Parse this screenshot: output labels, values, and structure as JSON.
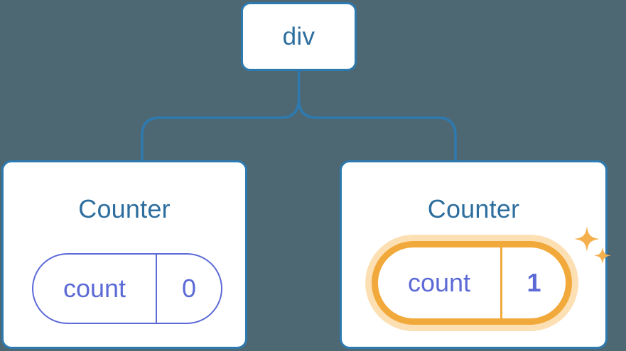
{
  "diagram": {
    "type": "component-tree",
    "background_color": "#4d6873",
    "connector_color": "#2e7ab0",
    "root": {
      "label": "div",
      "text_color": "#2d6e9e",
      "border_color": "#2e7ab0"
    },
    "children": [
      {
        "title": "Counter",
        "title_color": "#2d6e9e",
        "border_color": "#2e7ab0",
        "state": {
          "key": "count",
          "value": "0",
          "key_color": "#5c6ad6",
          "value_color": "#5c6ad6",
          "pill_border_color": "#5c6ad6",
          "highlighted": false,
          "value_bold": false
        },
        "sparkles": false
      },
      {
        "title": "Counter",
        "title_color": "#2d6e9e",
        "border_color": "#2e7ab0",
        "state": {
          "key": "count",
          "value": "1",
          "key_color": "#5c6ad6",
          "value_color": "#5c6ad6",
          "pill_border_color": "#f2a93b",
          "pill_glow_color": "#fce0b4",
          "highlighted": true,
          "value_bold": true
        },
        "sparkles": true,
        "sparkle_color": "#f5b04e"
      }
    ]
  }
}
